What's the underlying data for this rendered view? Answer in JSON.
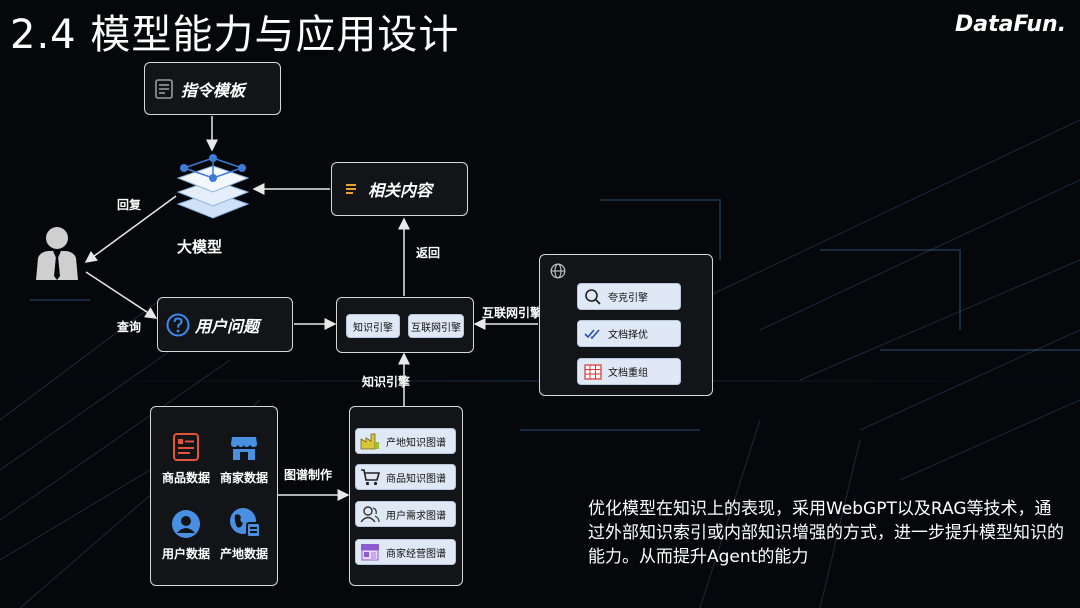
{
  "title": "2.4 模型能力与应用设计",
  "logo": "DataFun.",
  "nodes": {
    "instruction_template": "指令模板",
    "related_content": "相关内容",
    "big_model": "大模型",
    "user_question": "用户问题"
  },
  "edge_labels": {
    "reply": "回复",
    "query": "查询",
    "return": "返回",
    "internet_engine": "互联网引擎",
    "knowledge_engine": "知识引擎",
    "graph_making": "图谱制作"
  },
  "engines": [
    "知识引擎",
    "互联网引擎"
  ],
  "internet_tools": [
    "夸克引擎",
    "文档择优",
    "文档重组"
  ],
  "data_sources": [
    "商品数据",
    "商家数据",
    "用户数据",
    "产地数据"
  ],
  "knowledge_graphs": [
    "产地知识图谱",
    "商品知识图谱",
    "用户需求图谱",
    "商家经营图谱"
  ],
  "description": "优化模型在知识上的表现，采用WebGPT以及RAG等技术，通过外部知识索引或内部知识增强的方式，进一步提升模型知识的能力。从而提升Agent的能力"
}
